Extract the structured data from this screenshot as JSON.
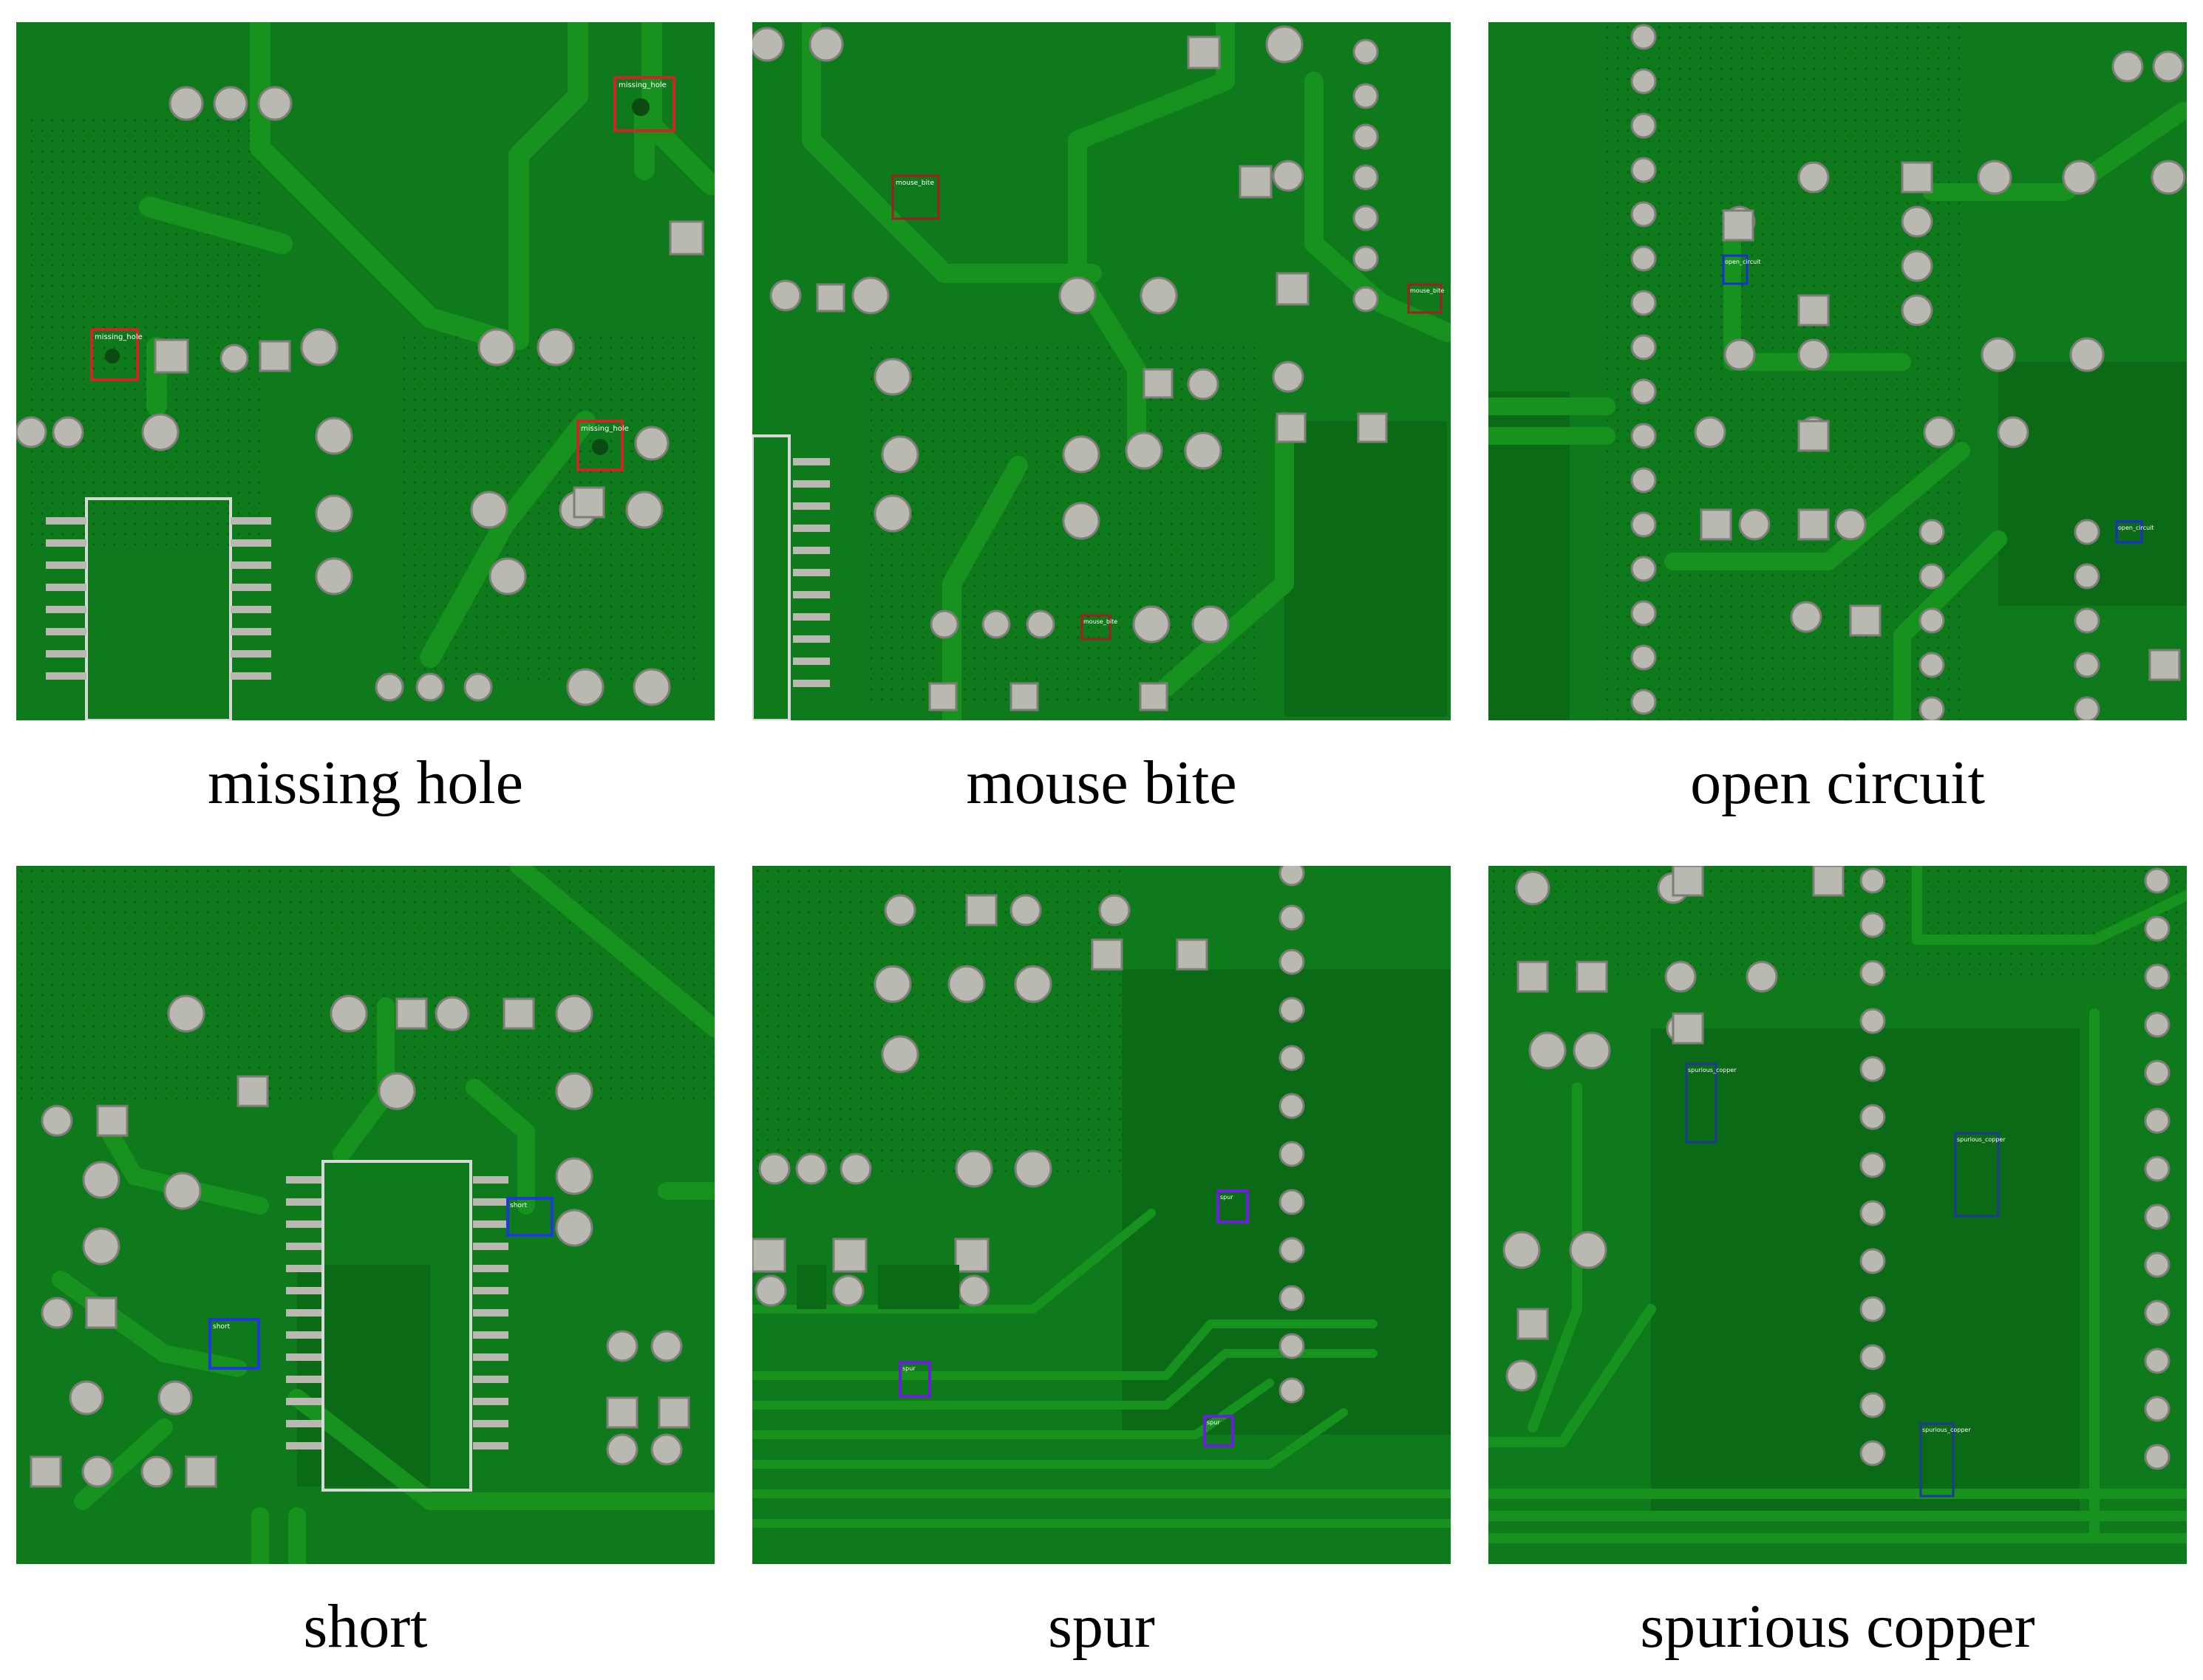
{
  "colors": {
    "board": "#0f7a1c",
    "board_dark": "#0a5e14",
    "trace": "#17921f",
    "pad": "#b9b9b2",
    "silkscreen": "#d8d8d8",
    "missing_hole_box": "#c62828",
    "mouse_bite_box": "#a11f1f",
    "open_circuit_box": "#1a2fd0",
    "short_box": "#1f3ad8",
    "spur_box": "#6a1fd8",
    "spurious_copper_box": "#1e3a9a"
  },
  "panels": [
    {
      "caption": "missing hole",
      "boxes": [
        {
          "label": "missing_hole",
          "color": "#c62828"
        },
        {
          "label": "missing_hole",
          "color": "#c62828"
        },
        {
          "label": "missing_hole",
          "color": "#c62828"
        }
      ]
    },
    {
      "caption": "mouse bite",
      "boxes": [
        {
          "label": "mouse_bite",
          "color": "#a11f1f"
        },
        {
          "label": "mouse_bite",
          "color": "#a11f1f"
        },
        {
          "label": "mouse_bite",
          "color": "#a11f1f"
        }
      ]
    },
    {
      "caption": "open circuit",
      "boxes": [
        {
          "label": "open_circuit",
          "color": "#1a2fd0"
        },
        {
          "label": "open_circuit",
          "color": "#1a2fd0"
        }
      ]
    },
    {
      "caption": "short",
      "boxes": [
        {
          "label": "short",
          "color": "#1f3ad8"
        },
        {
          "label": "short",
          "color": "#1f3ad8"
        }
      ]
    },
    {
      "caption": "spur",
      "boxes": [
        {
          "label": "spur",
          "color": "#6a1fd8"
        },
        {
          "label": "spur",
          "color": "#6a1fd8"
        },
        {
          "label": "spur",
          "color": "#6a1fd8"
        }
      ]
    },
    {
      "caption": "spurious copper",
      "boxes": [
        {
          "label": "spurious_copper",
          "color": "#1e3a9a"
        },
        {
          "label": "spurious_copper",
          "color": "#1e3a9a"
        },
        {
          "label": "spurious_copper",
          "color": "#1e3a9a"
        }
      ]
    }
  ]
}
